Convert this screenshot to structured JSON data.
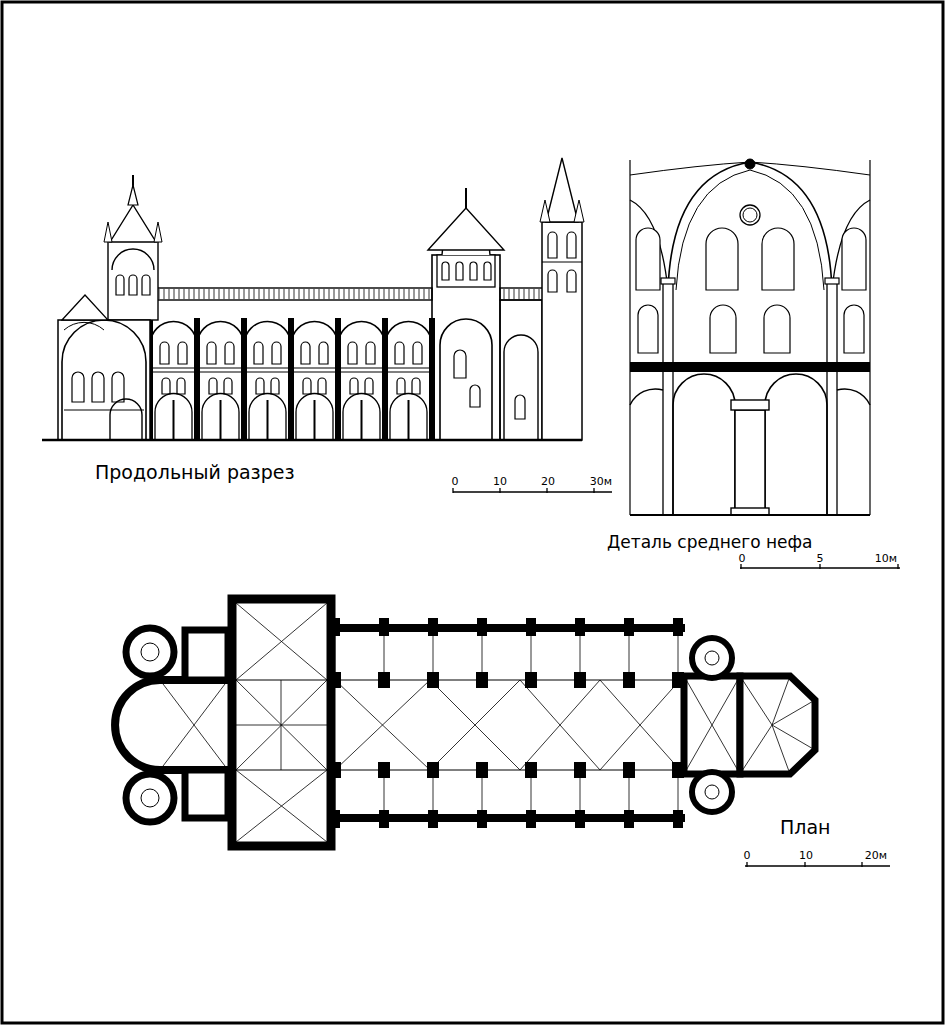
{
  "diagram": {
    "labels": [
      "Продольный разрез",
      "0",
      "10",
      "20",
      "30м",
      "Деталь среднего нефа",
      "0",
      "5",
      "10м",
      "План",
      "0",
      "10",
      "20м"
    ]
  }
}
